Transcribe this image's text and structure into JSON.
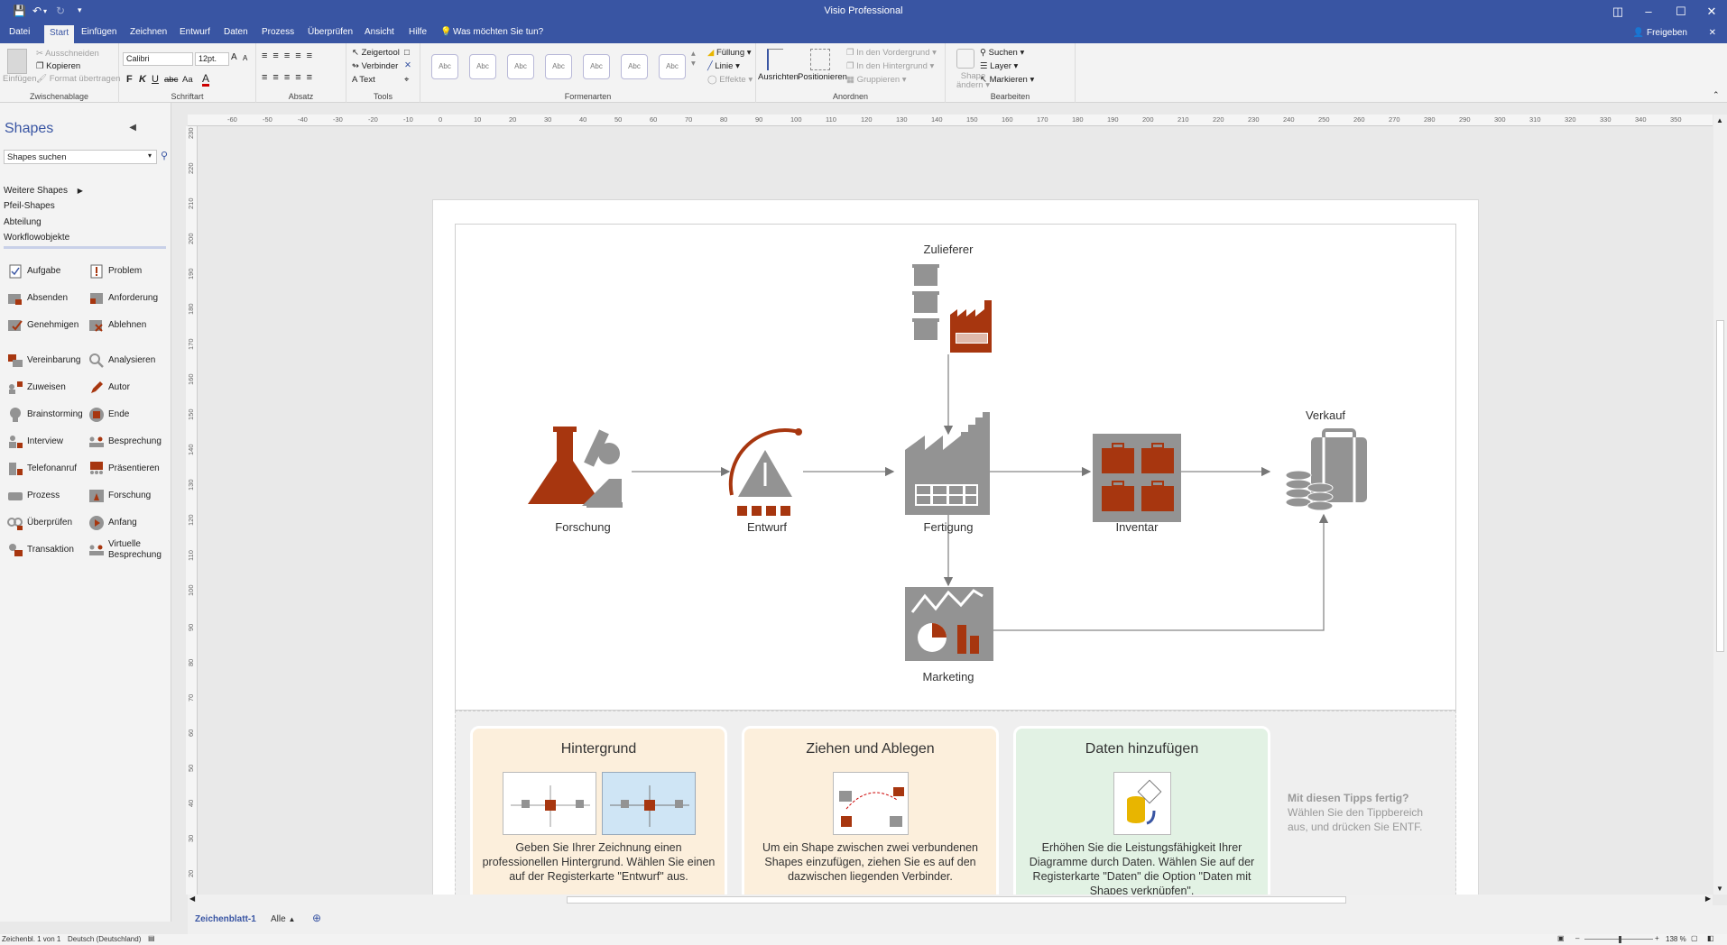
{
  "app": {
    "title": "Visio Professional",
    "share": "Freigeben"
  },
  "menu": {
    "tabs": [
      "Datei",
      "Start",
      "Einfügen",
      "Zeichnen",
      "Entwurf",
      "Daten",
      "Prozess",
      "Überprüfen",
      "Ansicht",
      "Hilfe"
    ],
    "tell": "Was möchten Sie tun?"
  },
  "ribbon": {
    "clipboard": {
      "paste": "Einfügen",
      "cut": "Ausschneiden",
      "copy": "Kopieren",
      "format": "Format übertragen",
      "label": "Zwischenablage"
    },
    "font": {
      "name": "Calibri",
      "size": "12pt.",
      "bold": "F",
      "italic": "K",
      "underline": "U",
      "strike": "abc",
      "case": "Aa",
      "color": "A",
      "grow": "A",
      "shrink": "A",
      "label": "Schriftart"
    },
    "para": {
      "label": "Absatz"
    },
    "tools": {
      "pointer": "Zeigertool",
      "connector": "Verbinder",
      "text": "Text",
      "label": "Tools"
    },
    "styles": {
      "abc": "Abc",
      "label": "Formenarten"
    },
    "fill": {
      "fill": "Füllung",
      "line": "Linie",
      "effects": "Effekte"
    },
    "arrange": {
      "align": "Ausrichten",
      "position": "Positionieren",
      "front": "In den Vordergrund",
      "back": "In den Hintergrund",
      "group": "Gruppieren",
      "label": "Anordnen"
    },
    "edit": {
      "change": "Shape",
      "change2": "ändern",
      "search": "Suchen",
      "layer": "Layer",
      "select": "Markieren",
      "label": "Bearbeiten"
    }
  },
  "shapes": {
    "title": "Shapes",
    "search_placeholder": "Shapes suchen",
    "stencils": [
      "Weitere Shapes",
      "Pfeil-Shapes",
      "Abteilung",
      "Workflowobjekte"
    ],
    "items": [
      [
        "Aufgabe",
        "Problem"
      ],
      [
        "Absenden",
        "Anforderung"
      ],
      [
        "Genehmigen",
        "Ablehnen"
      ],
      [
        "Vereinbarung",
        "Analysieren"
      ],
      [
        "Zuweisen",
        "Autor"
      ],
      [
        "Brainstorming",
        "Ende"
      ],
      [
        "Interview",
        "Besprechung"
      ],
      [
        "Telefonanruf",
        "Präsentieren"
      ],
      [
        "Prozess",
        "Forschung"
      ],
      [
        "Überprüfen",
        "Anfang"
      ],
      [
        "Transaktion",
        "Virtuelle Besprechung"
      ]
    ]
  },
  "ruler": {
    "top": [
      "-60",
      "-50",
      "-40",
      "-30",
      "-20",
      "-10",
      "0",
      "10",
      "20",
      "30",
      "40",
      "50",
      "60",
      "70",
      "80",
      "90",
      "100",
      "110",
      "120",
      "130",
      "140",
      "150",
      "160",
      "170",
      "180",
      "190",
      "200",
      "210",
      "220",
      "230",
      "240",
      "250",
      "260",
      "270",
      "280",
      "290",
      "300",
      "310",
      "320",
      "330",
      "340",
      "350"
    ],
    "left": [
      "230",
      "220",
      "210",
      "200",
      "190",
      "180",
      "170",
      "160",
      "150",
      "140",
      "130",
      "120",
      "110",
      "100",
      "90",
      "80",
      "70",
      "60",
      "50",
      "40",
      "30",
      "20"
    ]
  },
  "diagram": {
    "zulieferer": "Zulieferer",
    "forschung": "Forschung",
    "entwurf": "Entwurf",
    "fertigung": "Fertigung",
    "inventar": "Inventar",
    "verkauf": "Verkauf",
    "marketing": "Marketing"
  },
  "tips": [
    {
      "title": "Hintergrund",
      "desc": "Geben Sie Ihrer Zeichnung einen professionellen Hintergrund. Wählen Sie einen auf der Registerkarte \"Entwurf\" aus."
    },
    {
      "title": "Ziehen und Ablegen",
      "desc": "Um ein Shape zwischen zwei verbundenen Shapes einzufügen, ziehen Sie es auf den dazwischen liegenden Verbinder."
    },
    {
      "title": "Daten hinzufügen",
      "desc": "Erhöhen Sie die Leistungsfähigkeit Ihrer Diagramme durch Daten. Wählen Sie auf der Registerkarte \"Daten\" die Option \"Daten mit Shapes verknüpfen\"."
    }
  ],
  "tip_done": {
    "title": "Mit diesen Tipps fertig?",
    "text": "Wählen Sie den Tippbereich aus, und drücken Sie ENTF."
  },
  "sheets": {
    "active": "Zeichenblatt-1",
    "all": "Alle"
  },
  "status": {
    "page": "Zeichenbl. 1 von 1",
    "lang": "Deutsch (Deutschland)",
    "zoom": "138 %"
  },
  "colors": {
    "accent": "#3955a3",
    "orange": "#a7360f",
    "grey": "#939393"
  }
}
